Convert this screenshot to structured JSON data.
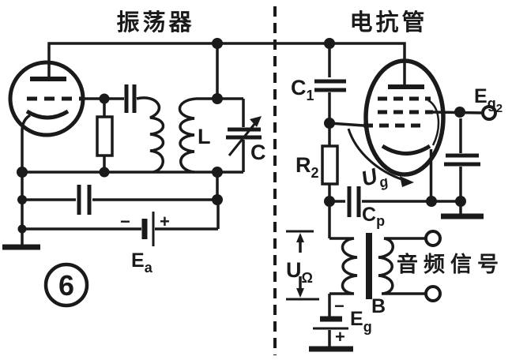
{
  "figure_number": "6",
  "titles": {
    "oscillator": "振荡器",
    "reactance_tube": "电抗管"
  },
  "labels": {
    "grid_cap_c1": {
      "main": "C",
      "sub": "1"
    },
    "grid_resistor_r2": {
      "main": "R",
      "sub": "2"
    },
    "tank_inductor": "L",
    "tank_variable_cap": "C",
    "coupling_cap_cp": {
      "main": "C",
      "sub": "p"
    },
    "grid_voltage_ug": {
      "main": "U",
      "sub": "g"
    },
    "audio_voltage_u_omega": {
      "main": "U",
      "sub": "Ω"
    },
    "plate_battery_ea": {
      "main": "E",
      "sub": "a"
    },
    "bias_battery_eg": {
      "main": "E",
      "sub": "g"
    },
    "screen_supply_eg2": {
      "main": "E",
      "sub": "g",
      "sub2": "2"
    },
    "transformer_b": "B",
    "audio_signal": "音频信号"
  },
  "signs": {
    "ea_minus": "−",
    "ea_plus": "+",
    "eg_minus": "−",
    "eg_plus": "+"
  },
  "colors": {
    "ink": "#1a1a1a",
    "paper": "#ffffff"
  }
}
